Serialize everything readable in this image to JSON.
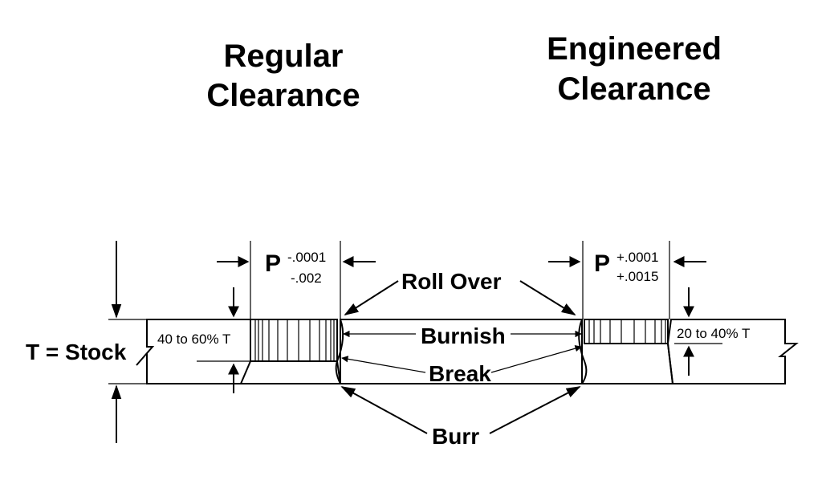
{
  "headings": {
    "regular_line1": "Regular",
    "regular_line2": "Clearance",
    "engineered_line1": "Engineered",
    "engineered_line2": "Clearance"
  },
  "stock_label": "T = Stock",
  "regular": {
    "p_label": "P",
    "tol_upper": "-.0001",
    "tol_lower": "-.002",
    "burnish_fraction": "40 to 60% T"
  },
  "engineered": {
    "p_label": "P",
    "tol_upper": "+.0001",
    "tol_lower": "+.0015",
    "burnish_fraction": "20 to 40% T"
  },
  "callouts": {
    "roll_over": "Roll Over",
    "burnish": "Burnish",
    "break": "Break",
    "burr": "Burr"
  }
}
